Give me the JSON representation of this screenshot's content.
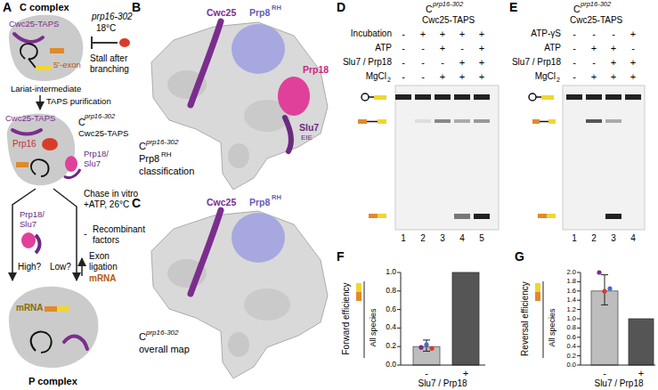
{
  "diagram": {
    "nodes": [
      {
        "text": [
          "C complex",
          "Cwc25-TAPS",
          "5'-exon",
          "Lariat-intermediate"
        ]
      },
      {
        "text": [
          "Cwc25-TAPS",
          "Prp16",
          "Prp18/ Slu7"
        ]
      },
      {
        "text": [
          "mRNA",
          "P complex"
        ]
      }
    ],
    "edges": [
      {
        "from": 0,
        "to": 1,
        "arrow": "to"
      },
      {
        "from": 1,
        "to": 2,
        "arrow": "to"
      }
    ],
    "labels": [
      "A",
      "prp16-302",
      "18°C",
      "Stall after branching",
      "TAPS purification",
      "C",
      "prp16-302",
      "Cwc25-TAPS",
      "Chase in vitro +ATP, 26°C",
      "Prp18/ Slu7",
      "-",
      "Recombinant factors",
      "High?",
      "Low?",
      "Exon ligation",
      "mRNA",
      "B",
      "Cwc25",
      "Prp8",
      "RH",
      "Prp18",
      "Slu7",
      "EIE",
      "C",
      "prp16-302",
      "Prp8",
      "RH",
      "classification",
      "C",
      "Cwc25",
      "Prp8",
      "RH",
      "C",
      "prp16-302",
      "overall map",
      "D",
      "C",
      "prp16-302",
      "Cwc25-TAPS",
      "Incubation",
      "-",
      "+",
      "+",
      "+",
      "+",
      "ATP",
      "-",
      "-",
      "+",
      "-",
      "+",
      "Slu7 / Prp18",
      "-",
      "-",
      "-",
      "+",
      "+",
      "MgCl",
      "2",
      "-",
      "-",
      "+",
      "+",
      "+",
      "1",
      "2",
      "3",
      "4",
      "5",
      "E",
      "C",
      "prp16-302",
      "Cwc25-TAPS",
      "ATP-γS",
      "-",
      "-",
      "-",
      "+",
      "ATP",
      "-",
      "+",
      "+",
      "-",
      "Slu7 / Prp18",
      "-",
      "-",
      "+",
      "+",
      "MgCl",
      "2",
      "-",
      "+",
      "+",
      "+",
      "1",
      "2",
      "3",
      "4",
      "F",
      "Forward efficiency",
      "All species",
      "1.0",
      "0.8",
      "0.6",
      "0.4",
      "0.2",
      "0.0",
      "-",
      "+",
      "Slu7 / Prp18",
      "G",
      "Reversal efficiency",
      "All species",
      "2.0",
      "1.8",
      "1.6",
      "1.4",
      "1.2",
      "1.0",
      "0.8",
      "0.6",
      "0.4",
      "0.2",
      "0.0",
      "-",
      "+",
      "Slu7 / Prp18"
    ]
  }
}
